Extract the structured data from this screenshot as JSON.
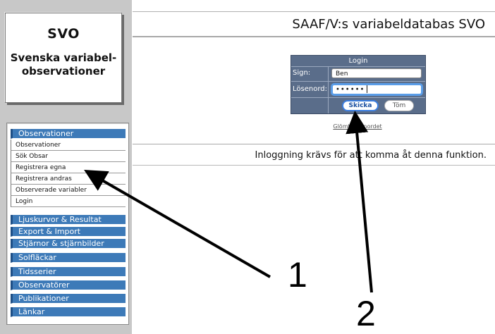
{
  "logo": {
    "title": "SVO",
    "subtitle_line1": "Svenska variabel-",
    "subtitle_line2": "observationer"
  },
  "menu": {
    "sections": [
      {
        "label": "Observationer"
      },
      {
        "label": "Ljuskurvor & Resultat"
      },
      {
        "label": "Export & Import"
      },
      {
        "label": "Stjärnor & stjärnbilder"
      },
      {
        "label": "Solfläckar"
      },
      {
        "label": "Tidsserier"
      },
      {
        "label": "Observatörer"
      },
      {
        "label": "Publikationer"
      },
      {
        "label": "Länkar"
      }
    ],
    "sub_items": [
      {
        "label": "Observationer"
      },
      {
        "label": "Sök Obsar"
      },
      {
        "label": "Registrera egna"
      },
      {
        "label": "Registrera andras"
      },
      {
        "label": "Observerade variabler"
      },
      {
        "label": "Login"
      }
    ]
  },
  "page": {
    "title": "SAAF/V:s variabeldatabas SVO",
    "notice": "Inloggning krävs för att komma åt denna funktion."
  },
  "login": {
    "header": "Login",
    "sign_label": "Sign:",
    "sign_value": "Ben",
    "password_label": "Lösenord:",
    "password_value": "••••••",
    "send_label": "Skicka",
    "clear_label": "Töm",
    "forgot_label": "Glömt lösenordet"
  },
  "annotations": {
    "arrow1_label": "1",
    "arrow2_label": "2"
  },
  "colors": {
    "menu_blue": "#3d7ab8",
    "login_bg": "#5a6d8a",
    "focus_blue": "#5a9de8",
    "sidebar_gray": "#c8c8c8"
  }
}
